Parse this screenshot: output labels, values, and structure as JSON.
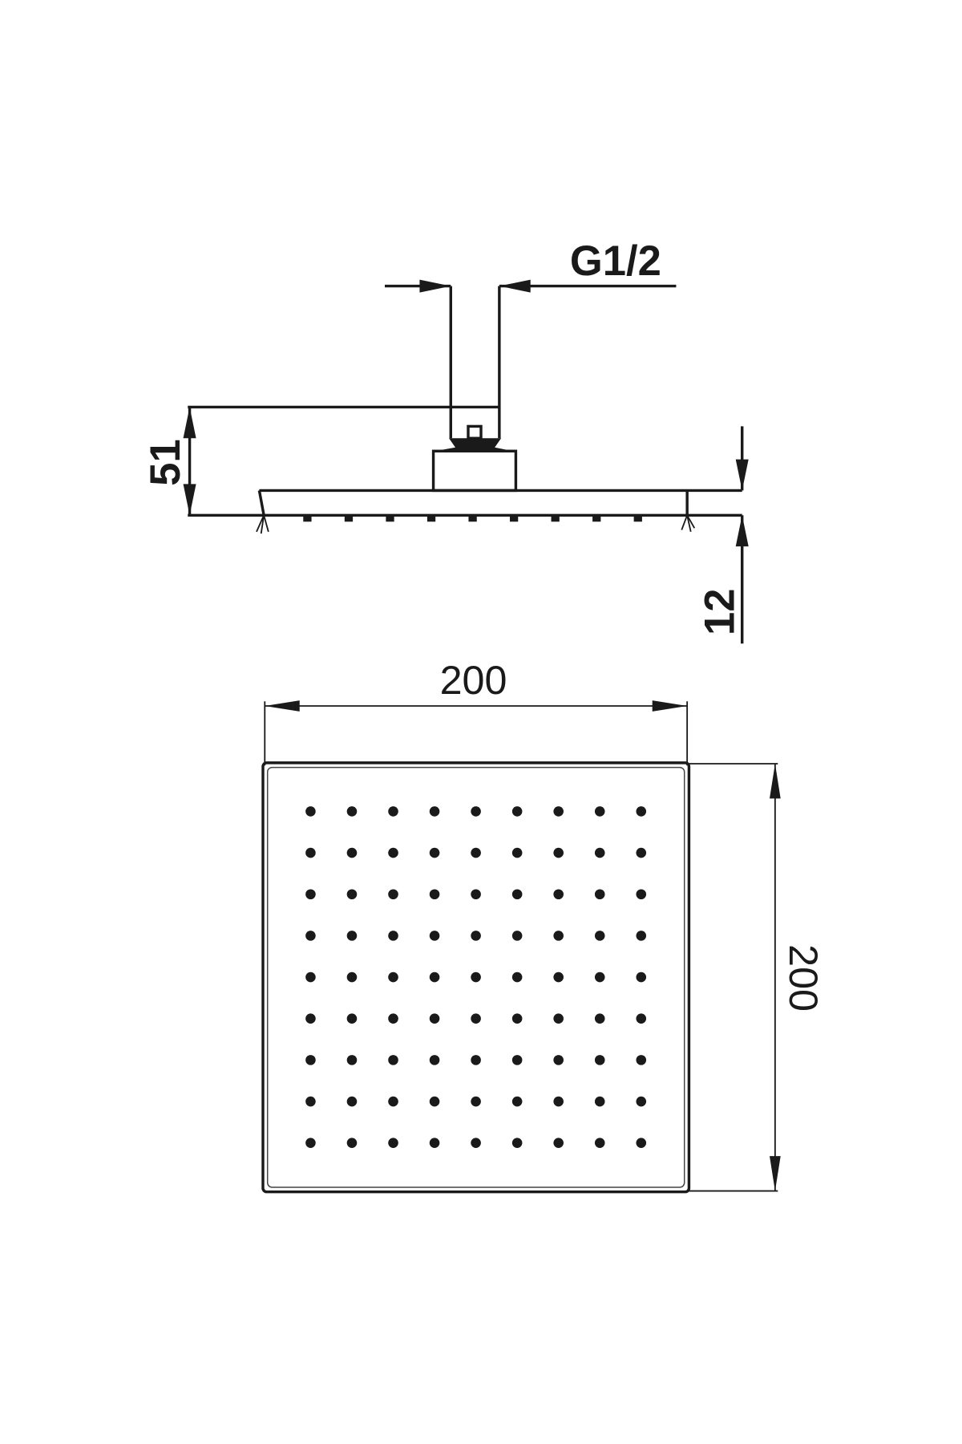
{
  "side_view": {
    "thread_label": "G1/2",
    "height_label": "51",
    "plate_thickness_label": "12",
    "side_nozzle_count": 9
  },
  "top_view": {
    "width_label": "200",
    "depth_label": "200",
    "nozzle_rows": 9,
    "nozzle_cols": 9
  }
}
